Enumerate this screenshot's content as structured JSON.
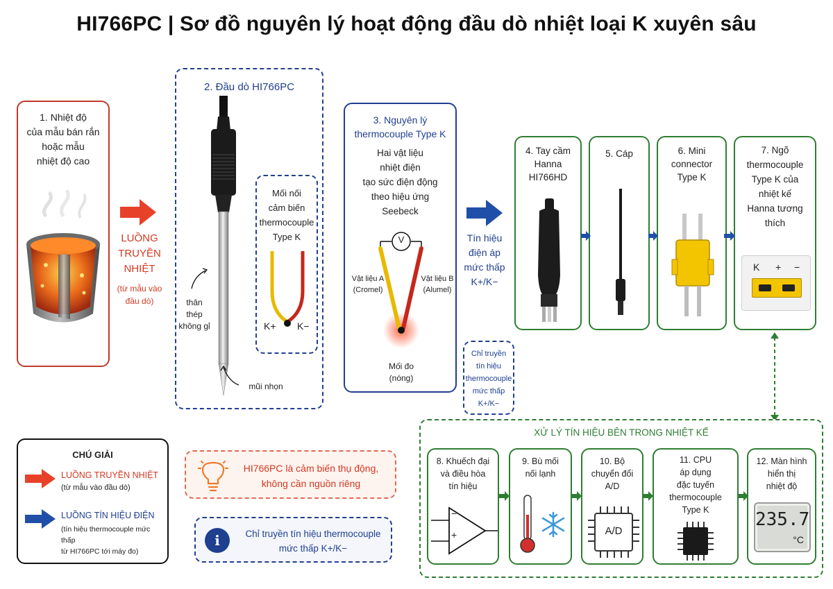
{
  "title": "HI766PC | Sơ đồ nguyên lý hoạt động đầu dò nhiệt loại K xuyên sâu",
  "step1": {
    "label": "1. Nhiệt độ\ncủa mẫu bán rắn\nhoặc mẫu\nnhiệt độ cao"
  },
  "heat_flow": {
    "label": "LUỒNG\nTRUYỀN\nNHIỆT",
    "sub": "(từ mẫu vào\nđầu dò)"
  },
  "step2": {
    "label": "2. Đầu dò HI766PC",
    "stem_label": "thân\nthép\nkhông gỉ",
    "tip_label": "mũi nhọn"
  },
  "junction": {
    "label": "Mối nối\ncảm biến\nthermocouple\nType K",
    "kplus": "K+",
    "kminus": "K−"
  },
  "step3": {
    "label": "3. Nguyên lý\nthermocouple Type K",
    "desc": "Hai vật liệu\nnhiệt điện\ntạo sức điện động\ntheo hiệu ứng\nSeebeck",
    "meter": "V",
    "mat_a": "Vật liệu A\n(Cromel)",
    "mat_b": "Vật liệu B\n(Alumel)",
    "hot": "Mối đo\n(nóng)"
  },
  "signal": {
    "label": "Tín hiệu\nđiện áp\nmức thấp\nK+/K−"
  },
  "note_small": {
    "label": "Chỉ truyền\ntín hiệu\nthermocouple\nmức thấp\nK+/K−"
  },
  "step4": {
    "label": "4. Tay cầm\nHanna\nHI766HD"
  },
  "step5": {
    "label": "5. Cáp"
  },
  "step6": {
    "label": "6. Mini\nconnector\nType K"
  },
  "step7": {
    "label": "7. Ngõ\nthermocouple\nType K của\nnhiệt kế\nHanna tương\nthích",
    "k": "K",
    "plus": "+",
    "minus": "−"
  },
  "processing": {
    "title": "XỬ LÝ TÍN HIỆU BÊN TRONG NHIỆT KẾ",
    "step8": "8. Khuếch đại\nvà điều hòa\ntín hiệu",
    "step9": "9. Bù mối\nnối lạnh",
    "step10": "10. Bộ\nchuyển đổi\nA/D",
    "step10_chip": "A/D",
    "step11": "11. CPU\náp dụng\nđặc tuyến\nthermocouple\nType K",
    "step12": "12. Màn hình\nhiển thị\nnhiệt độ",
    "display_value": "235.7",
    "display_unit": "°C",
    "amp_minus": "−",
    "amp_plus": "+"
  },
  "legend": {
    "title": "CHÚ GIẢI",
    "heat": "LUỒNG TRUYỀN NHIỆT",
    "heat_sub": "(từ mẫu vào đầu dò)",
    "signal": "LUỒNG TÍN HIỆU ĐIỆN",
    "signal_sub": "(tín hiệu thermocouple mức thấp\ntừ HI766PC tới máy đo)"
  },
  "passive_note": "HI766PC là cảm biến thụ động,\nkhông cần nguồn riêng",
  "info_note": "Chỉ truyền tín hiệu thermocouple\nmức thấp K+/K−",
  "info_icon": "i",
  "colors": {
    "red": "#d23a22",
    "blue": "#1f3f8f",
    "green": "#2e7d32",
    "orange": "#f07a2a",
    "yellow": "#f3c400"
  },
  "icons": [
    "heat-arrow-icon",
    "signal-arrow-icon",
    "green-arrow-icon",
    "lightbulb-icon",
    "info-icon",
    "snowflake-icon",
    "thermometer-icon",
    "chip-icon",
    "voltmeter-icon"
  ]
}
